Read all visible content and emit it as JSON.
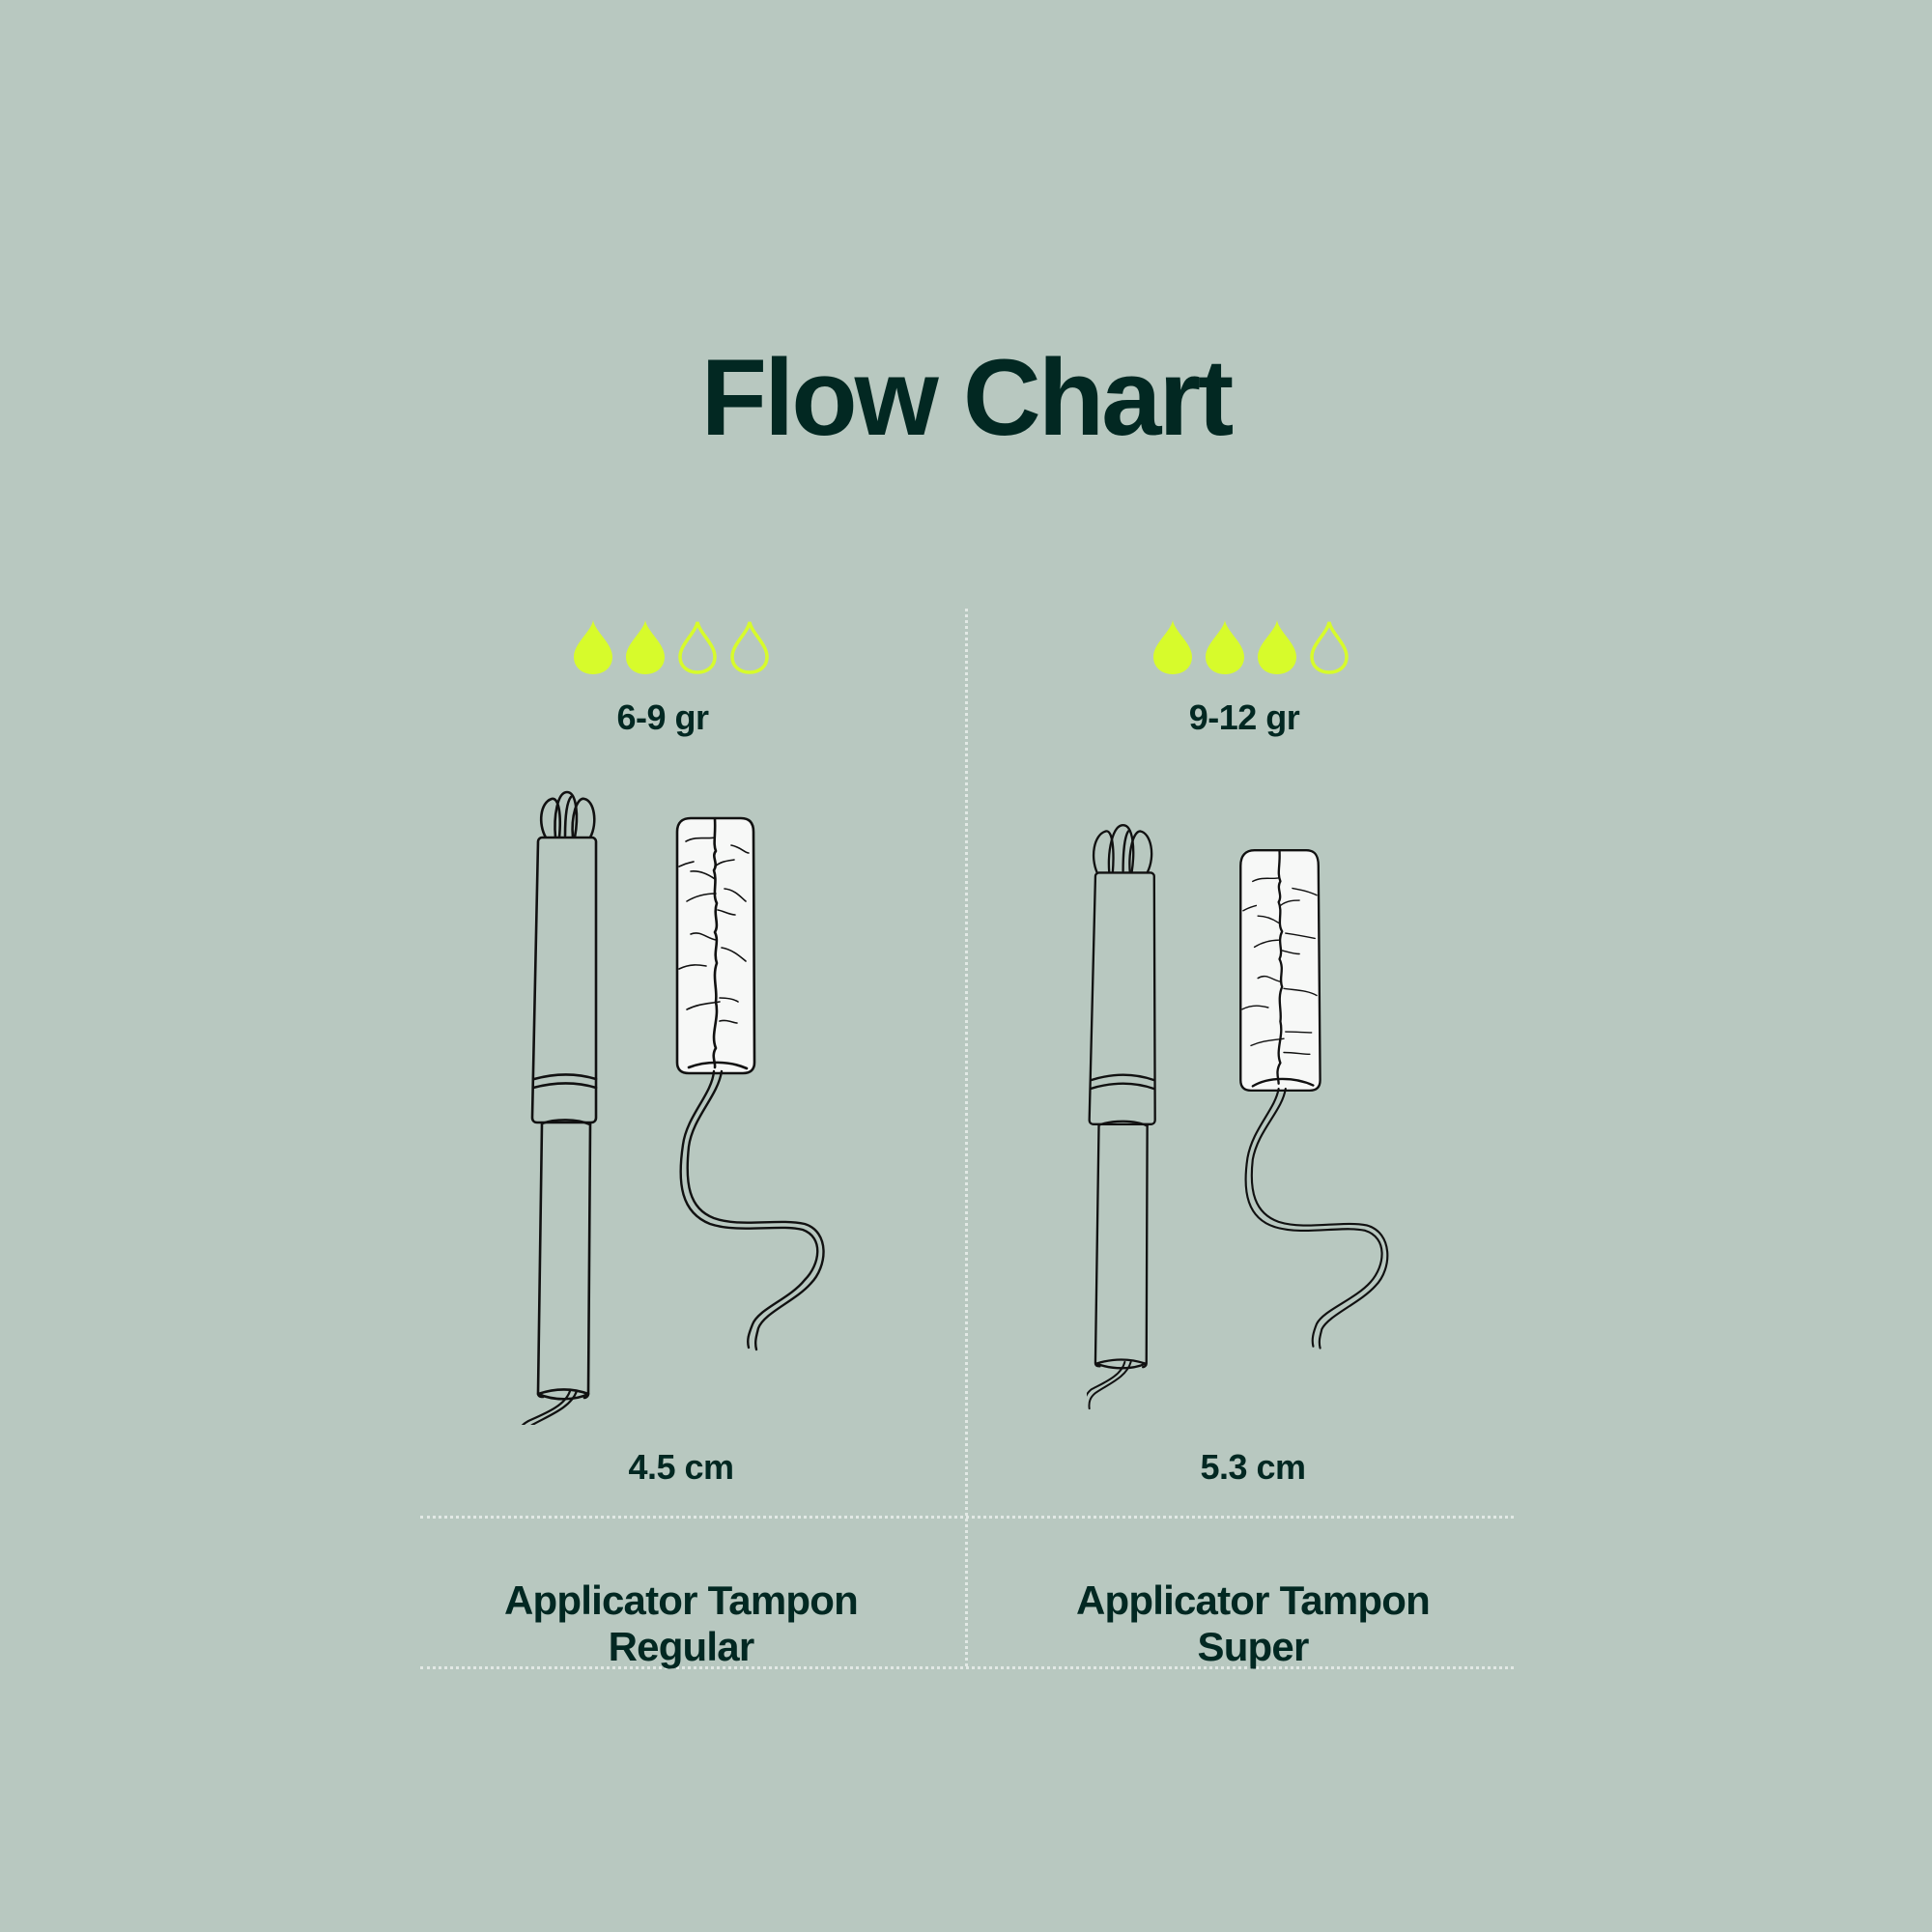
{
  "header": {
    "title": "Flow Chart"
  },
  "colors": {
    "background": "#b8c8c0",
    "text": "#022822",
    "drop_accent": "#d7fb2b",
    "divider": "#e2e9e5",
    "tampon_fill": "#f7f8f7",
    "outline": "#111111"
  },
  "products": [
    {
      "absorbency": {
        "filled_drops": 2,
        "total_drops": 4,
        "drops": [
          "filled",
          "filled",
          "outline",
          "outline"
        ]
      },
      "weight": "6-9 gr",
      "length": "4.5 cm",
      "name_line1": "Applicator Tampon",
      "name_line2": "Regular",
      "icon": "applicator-tampon-regular-illustration"
    },
    {
      "absorbency": {
        "filled_drops": 3,
        "total_drops": 4,
        "drops": [
          "filled",
          "filled",
          "filled",
          "outline"
        ]
      },
      "weight": "9-12 gr",
      "length": "5.3 cm",
      "name_line1": "Applicator Tampon",
      "name_line2": "Super",
      "icon": "applicator-tampon-super-illustration"
    }
  ]
}
